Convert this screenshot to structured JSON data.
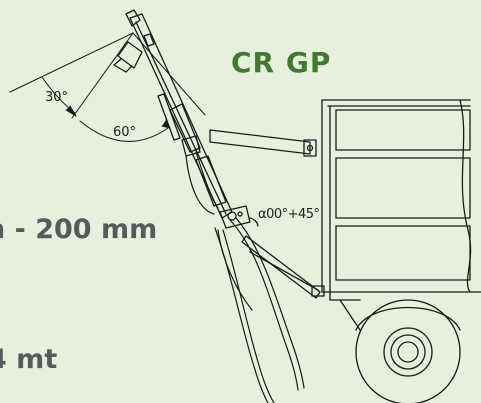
{
  "title": "CR GP",
  "specs": {
    "diameter": "n - 200 mm",
    "reach": "4 mt"
  },
  "angles": {
    "lower": "30°",
    "upper": "60°",
    "rotation": "α00°+45°"
  },
  "colors": {
    "background": "#e7f0dd",
    "title": "#3f7a2e",
    "spec_text": "#555a5c",
    "line": "#1a1a1a"
  }
}
